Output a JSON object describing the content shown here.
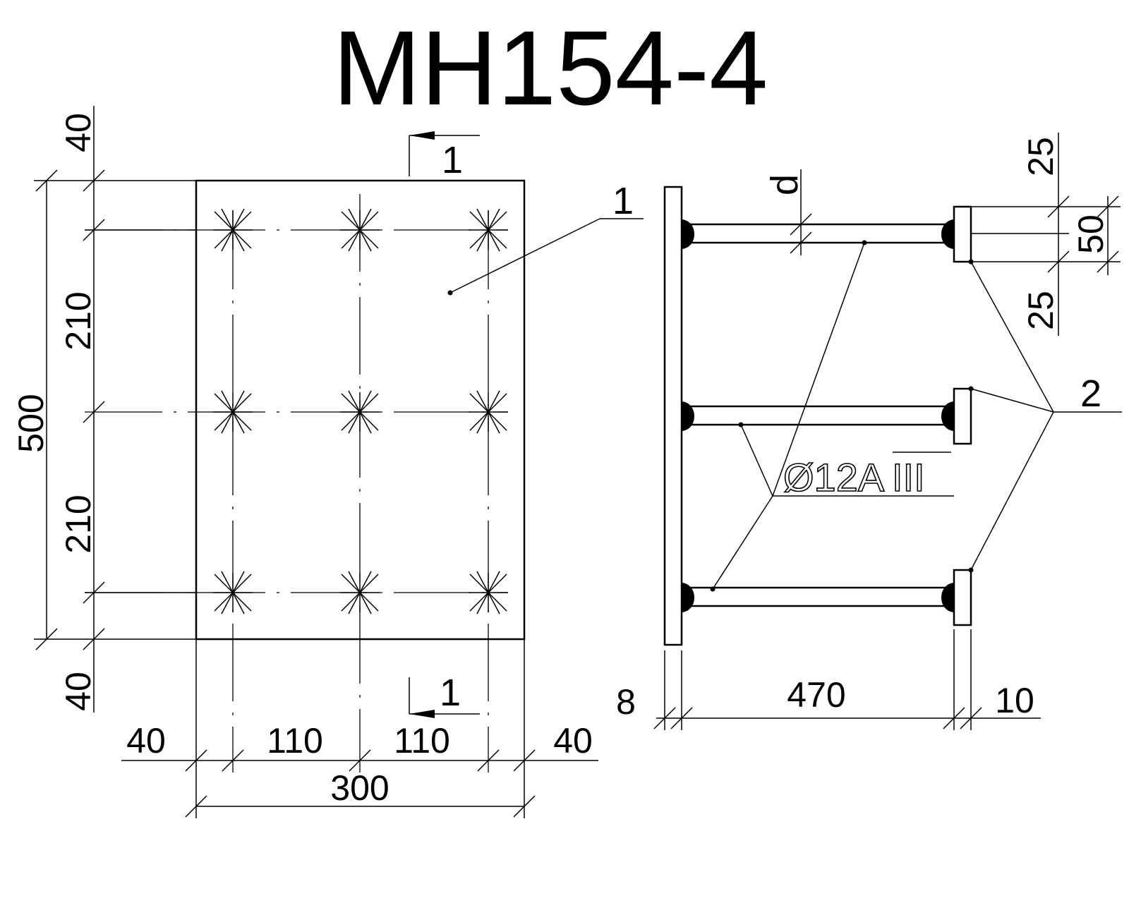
{
  "title": "МН154-4",
  "plan_view": {
    "dims_vertical": {
      "top_edge": "40",
      "upper_span": "210",
      "lower_span": "210",
      "total": "500",
      "bottom_edge": "40"
    },
    "dims_horizontal": {
      "left_edge": "40",
      "left_span": "110",
      "right_span": "110",
      "right_edge": "40",
      "total": "300"
    },
    "section_mark_top": "1",
    "section_mark_bottom": "1",
    "plate_callout": "1"
  },
  "section_view": {
    "diameter_label": "d",
    "plate_thickness": "8",
    "bar_length": "470",
    "washer_thickness": "10",
    "washer_top_gap": "25",
    "washer_height": "50",
    "washer_bottom_gap": "25",
    "washer_callout": "2",
    "rebar_spec": {
      "prefix": "Ø12А",
      "class_mark": "III"
    }
  }
}
